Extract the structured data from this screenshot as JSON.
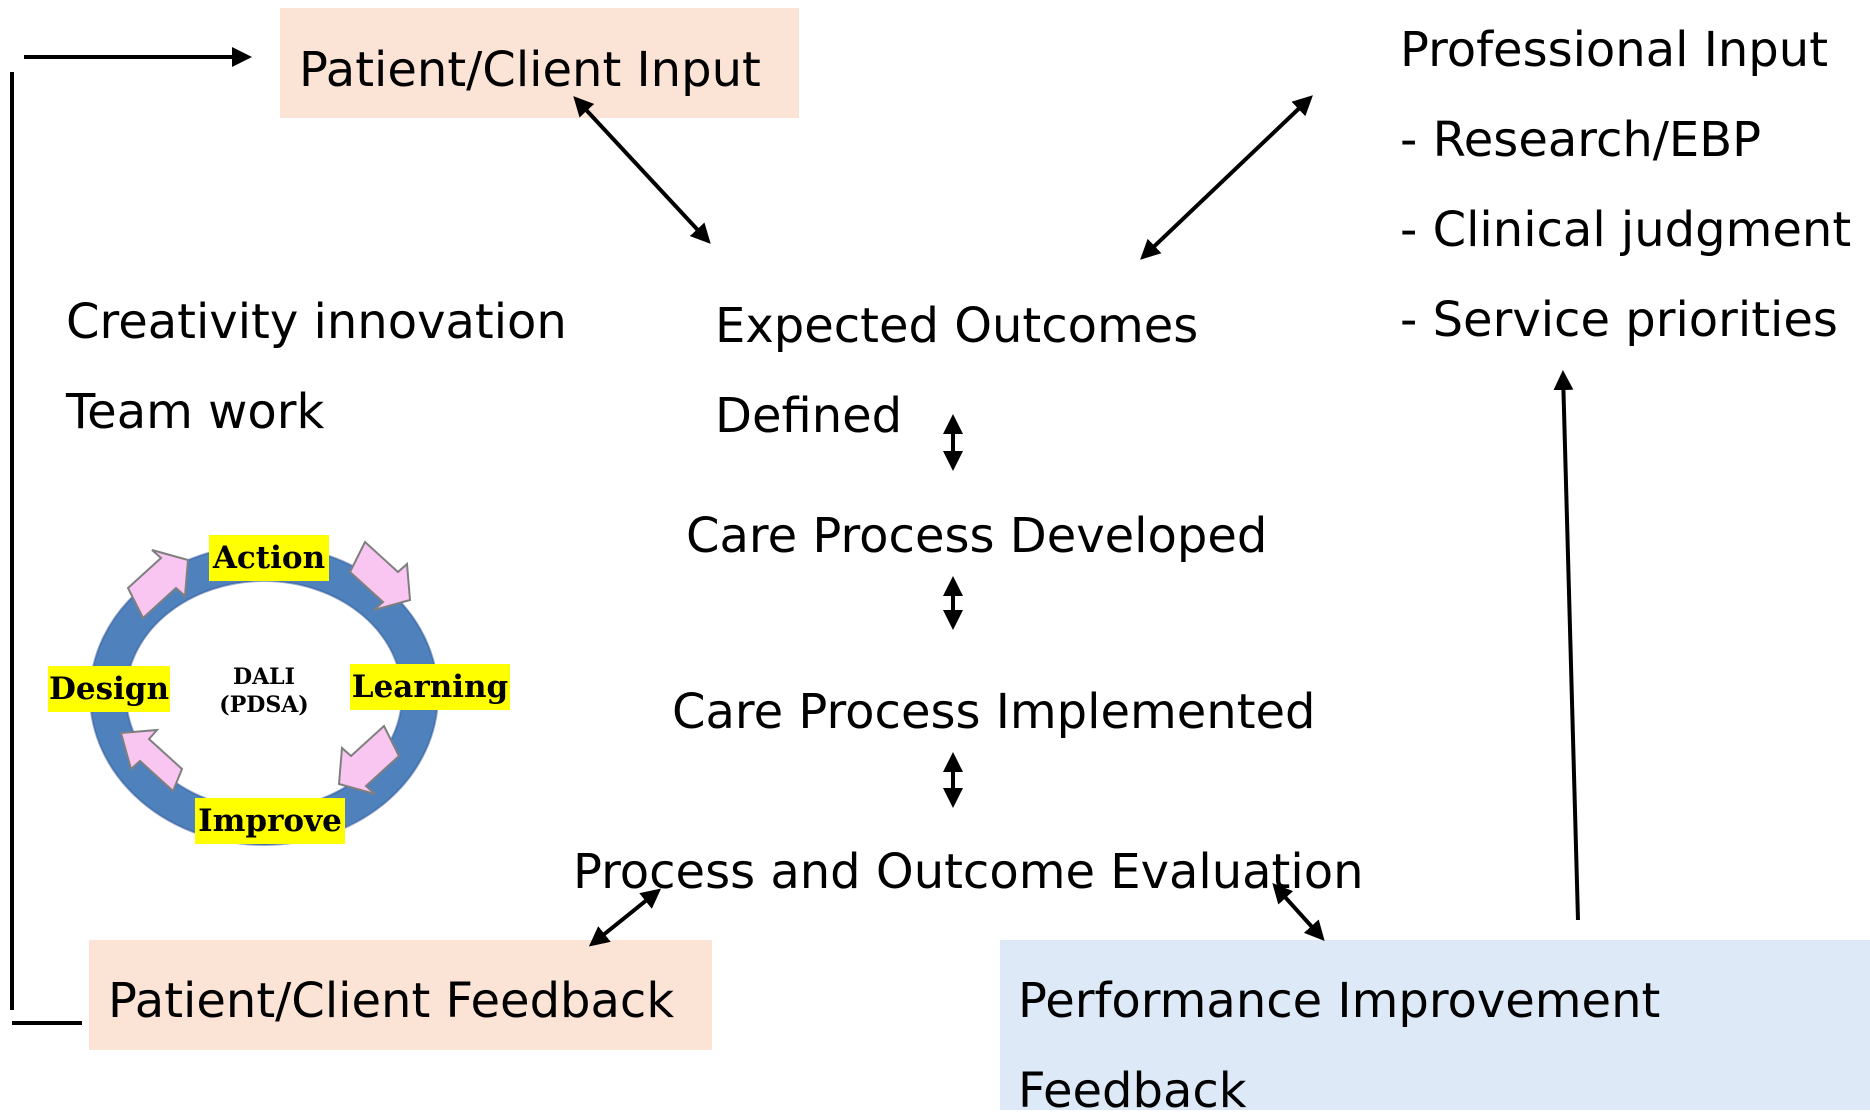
{
  "patient_input": {
    "label": "Patient/Client Input"
  },
  "professional_input": {
    "title": "Professional Input",
    "items": [
      "- Research/EBP",
      "- Clinical judgment",
      "- Service priorities"
    ]
  },
  "left_notes": [
    "Creativity innovation",
    "Team work"
  ],
  "flow": {
    "expected_line1": "Expected Outcomes",
    "expected_line2": "Defined",
    "developed": "Care Process Developed",
    "implemented": "Care Process Implemented",
    "evaluation": "Process and Outcome Evaluation"
  },
  "patient_feedback": {
    "label": "Patient/Client Feedback"
  },
  "performance": {
    "line1": "Performance Improvement",
    "line2": "Feedback"
  },
  "cycle": {
    "center_line1": "DALI",
    "center_line2": "(PDSA)",
    "labels": {
      "top": "Action",
      "right": "Learning",
      "bottom": "Improve",
      "left": "Design"
    },
    "ring_color": "#4f81bd",
    "arrow_color": "#f9c6f2",
    "label_color": "#ffff00"
  },
  "colors": {
    "peach_box": "#fbe3d5",
    "blue_box": "#dde9f6"
  }
}
